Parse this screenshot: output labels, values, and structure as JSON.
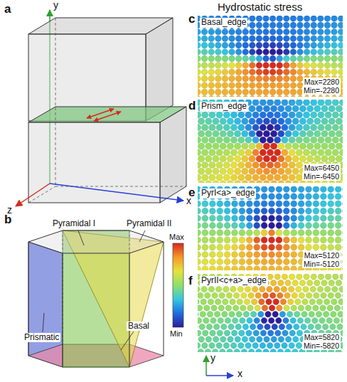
{
  "diagram": {
    "title": "Hydrostatic stress",
    "nodes": [
      {
        "text": [
          "Basal_edge",
          "Max=2280",
          "Min=-2280"
        ]
      },
      {
        "text": [
          "Prism_edge",
          "Max=6450",
          "Min=-6450"
        ]
      },
      {
        "text": [
          "PyrI<a>_edge",
          "Max=5120",
          "Min=-5120"
        ]
      },
      {
        "text": [
          "PyrII<c+a>_edge",
          "Max=5820",
          "Min=-5820"
        ]
      }
    ],
    "labels": [
      "a",
      "y",
      "z",
      "x",
      "b",
      "Pyramidal I",
      "Pyramidal II",
      "Prismatic",
      "Basal",
      "Max",
      "Min",
      "c",
      "d",
      "e",
      "f",
      "y",
      "x"
    ]
  }
}
